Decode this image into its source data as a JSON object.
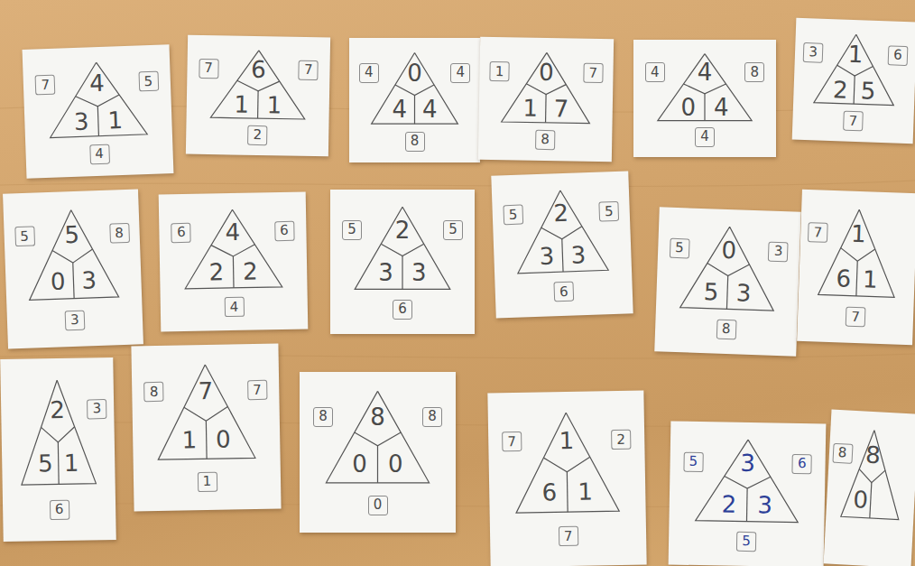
{
  "diagram": {
    "nodes": [
      {
        "text": [
          "4",
          "3",
          "1"
        ]
      },
      {
        "text": [
          "7"
        ],
        "in": 0
      },
      {
        "text": [
          "5"
        ],
        "in": 0
      },
      {
        "text": [
          "4"
        ],
        "in": 0
      },
      {
        "text": [
          "6",
          "1",
          "1"
        ]
      },
      {
        "text": [
          "7"
        ],
        "in": 4
      },
      {
        "text": [
          "7"
        ],
        "in": 4
      },
      {
        "text": [
          "2"
        ],
        "in": 4
      },
      {
        "text": [
          "0",
          "4",
          "4"
        ]
      },
      {
        "text": [
          "4"
        ],
        "in": 8
      },
      {
        "text": [
          "4"
        ],
        "in": 8
      },
      {
        "text": [
          "8"
        ],
        "in": 8
      },
      {
        "text": [
          "0",
          "1",
          "7"
        ]
      },
      {
        "text": [
          "1"
        ],
        "in": 12
      },
      {
        "text": [
          "7"
        ],
        "in": 12
      },
      {
        "text": [
          "8"
        ],
        "in": 12
      },
      {
        "text": [
          "4",
          "0",
          "4"
        ]
      },
      {
        "text": [
          "4"
        ],
        "in": 16
      },
      {
        "text": [
          "8"
        ],
        "in": 16
      },
      {
        "text": [
          "4"
        ],
        "in": 16
      },
      {
        "text": [
          "1",
          "2",
          "5"
        ]
      },
      {
        "text": [
          "3"
        ],
        "in": 20
      },
      {
        "text": [
          "6"
        ],
        "in": 20
      },
      {
        "text": [
          "7"
        ],
        "in": 20
      },
      {
        "text": [
          "5",
          "0",
          "3"
        ]
      },
      {
        "text": [
          "5"
        ],
        "in": 24
      },
      {
        "text": [
          "8"
        ],
        "in": 24
      },
      {
        "text": [
          "3"
        ],
        "in": 24
      },
      {
        "text": [
          "4",
          "2",
          "2"
        ]
      },
      {
        "text": [
          "6"
        ],
        "in": 28
      },
      {
        "text": [
          "6"
        ],
        "in": 28
      },
      {
        "text": [
          "4"
        ],
        "in": 28
      },
      {
        "text": [
          "2",
          "3",
          "3"
        ]
      },
      {
        "text": [
          "5"
        ],
        "in": 32
      },
      {
        "text": [
          "5"
        ],
        "in": 32
      },
      {
        "text": [
          "6"
        ],
        "in": 32
      },
      {
        "text": [
          "2",
          "3",
          "3"
        ]
      },
      {
        "text": [
          "5"
        ],
        "in": 36
      },
      {
        "text": [
          "5"
        ],
        "in": 36
      },
      {
        "text": [
          "6"
        ],
        "in": 36
      },
      {
        "text": [
          "0",
          "5",
          "3"
        ]
      },
      {
        "text": [
          "5"
        ],
        "in": 40
      },
      {
        "text": [
          "3"
        ],
        "in": 40
      },
      {
        "text": [
          "8"
        ],
        "in": 40
      },
      {
        "text": [
          "1",
          "6",
          "1"
        ]
      },
      {
        "text": [
          "7"
        ],
        "in": 44
      },
      {
        "text": [
          "7"
        ],
        "in": 44
      },
      {
        "text": [
          "2",
          "5",
          "1"
        ]
      },
      {
        "text": [
          "3"
        ],
        "in": 47
      },
      {
        "text": [
          "6"
        ],
        "in": 47
      },
      {
        "text": [
          "7",
          "1",
          "0"
        ]
      },
      {
        "text": [
          "8"
        ],
        "in": 50
      },
      {
        "text": [
          "7"
        ],
        "in": 50
      },
      {
        "text": [
          "1"
        ],
        "in": 50
      },
      {
        "text": [
          "8",
          "0",
          "0"
        ]
      },
      {
        "text": [
          "8"
        ],
        "in": 54
      },
      {
        "text": [
          "8"
        ],
        "in": 54
      },
      {
        "text": [
          "0"
        ],
        "in": 54
      },
      {
        "text": [
          "1",
          "6",
          "1"
        ]
      },
      {
        "text": [
          "7"
        ],
        "in": 58
      },
      {
        "text": [
          "2"
        ],
        "in": 58
      },
      {
        "text": [
          "7"
        ],
        "in": 58
      },
      {
        "text": [
          "3",
          "2",
          "3"
        ]
      },
      {
        "text": [
          "5"
        ],
        "in": 62
      },
      {
        "text": [
          "6"
        ],
        "in": 62
      },
      {
        "text": [
          "5"
        ],
        "in": 62
      },
      {
        "text": [
          "8",
          "0"
        ]
      },
      {
        "text": [
          "8"
        ],
        "in": 66
      }
    ]
  }
}
